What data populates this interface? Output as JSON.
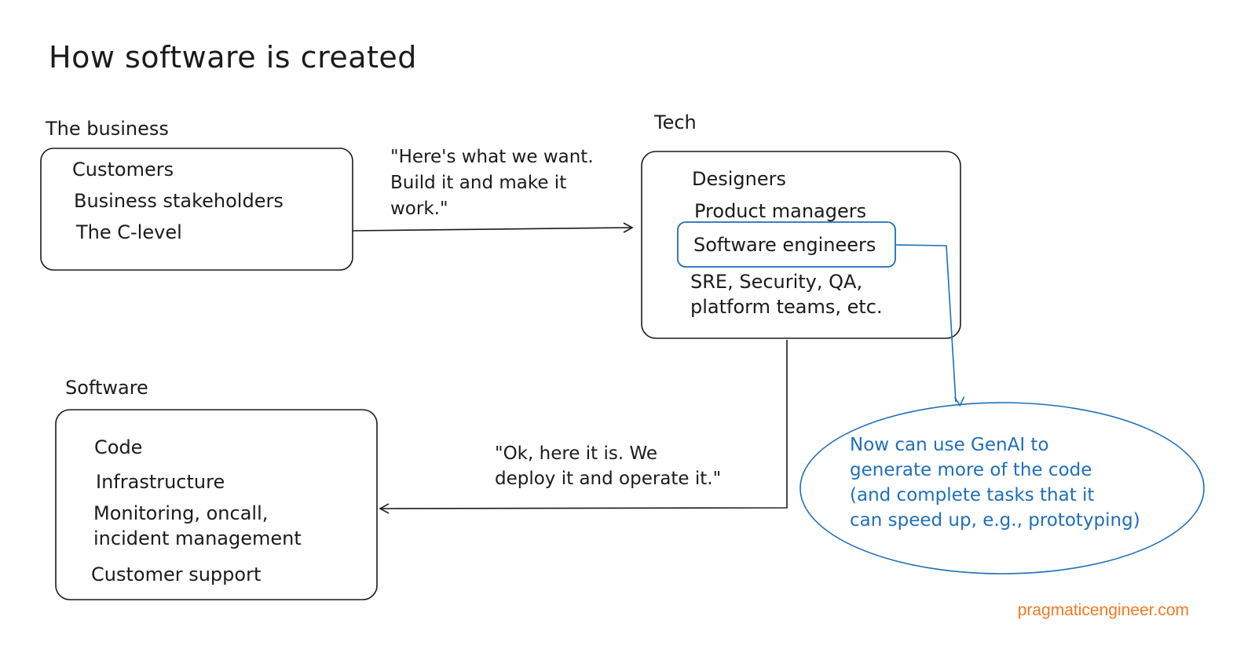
{
  "title": "How software is created",
  "business": {
    "heading": "The business",
    "items": [
      "Customers",
      "Business stakeholders",
      "The C-level"
    ]
  },
  "tech": {
    "heading": "Tech",
    "items": [
      "Designers",
      "Product managers",
      "Software engineers"
    ],
    "other_lines": [
      "SRE, Security, QA,",
      "platform teams, etc."
    ]
  },
  "software": {
    "heading": "Software",
    "items": [
      "Code",
      "Infrastructure",
      "Monitoring, oncall,",
      "incident management",
      "Customer support"
    ]
  },
  "request_quote": [
    "\"Here's what we want.",
    "Build it and make it",
    "work.\""
  ],
  "delivery_quote": [
    "\"Ok, here it is. We",
    "deploy it and operate it.\""
  ],
  "genai_note": [
    "Now can use GenAI to",
    "generate more of the code",
    "(and complete tasks that it",
    "can speed up, e.g., prototyping)"
  ],
  "credit": "pragmaticengineer.com",
  "colors": {
    "ink": "#1b1b1b",
    "highlight": "#1f6fb8",
    "credit": "#f37a1f"
  }
}
